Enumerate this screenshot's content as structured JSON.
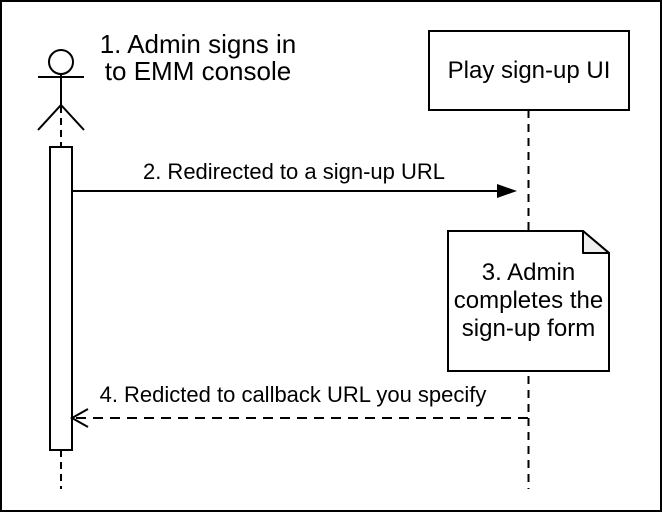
{
  "diagram": {
    "type": "sequence-diagram",
    "background_color": "#ffffff",
    "stroke_color": "#000000",
    "note_fold_color": "#f0f0f0",
    "actor": {
      "label": "1. Admin signs in\nto EMM console"
    },
    "participant": {
      "label": "Play sign-up UI"
    },
    "note": {
      "label": "3. Admin\ncompletes the\nsign-up form"
    },
    "messages": [
      {
        "label": "2. Redirected to a sign-up URL",
        "style": "solid",
        "direction": "left-to-right"
      },
      {
        "label": "4. Redicted to callback URL you specify",
        "style": "dashed",
        "direction": "right-to-left"
      }
    ]
  }
}
